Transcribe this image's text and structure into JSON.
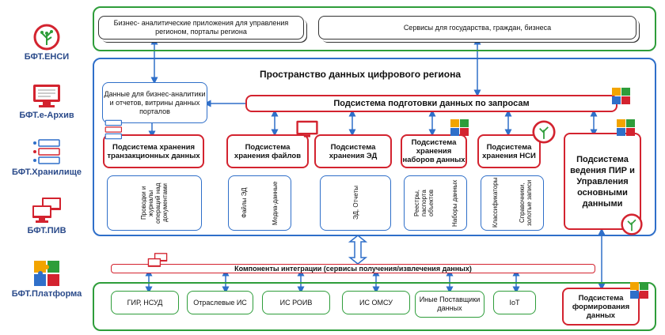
{
  "legend": [
    {
      "label": "БФТ.ЕНСИ",
      "icon": "tree-logo-icon"
    },
    {
      "label": "БФТ.е-Архив",
      "icon": "archive-monitor-icon"
    },
    {
      "label": "БФТ.Хранилище",
      "icon": "server-storage-icon"
    },
    {
      "label": "БФТ.ПИВ",
      "icon": "monitor-stack-icon"
    },
    {
      "label": "БФТ.Платформа",
      "icon": "puzzle-icon"
    }
  ],
  "top": {
    "bi_apps": "Бизнес- аналитические приложения для управления регионом, порталы региона",
    "services": "Сервисы для государства, граждан, бизнеса"
  },
  "space_title": "Пространство данных цифрового региона",
  "bi_data": "Данные для бизнес-аналитики и отчетов, витрины данных порталов",
  "prep": "Подсистема подготовки данных по запросам",
  "subsystems": {
    "trans": "Подсистема хранения транзакционных данных",
    "files": "Подсистема хранения файлов",
    "ed": "Подсистема хранения ЭД",
    "sets": "Подсистема хранения наборов данных",
    "nsi": "Подсистема хранения НСИ",
    "pir": "Подсистема ведения ПИР и Управления основными данными"
  },
  "contents": {
    "trans": [
      "Проводки и журналы операций над документами"
    ],
    "files": [
      "Файлы ЭД",
      "Медиа-данные"
    ],
    "ed": [
      "ЭД, Отчеты"
    ],
    "sets": [
      "Реестры, паспорта объектов",
      "Наборы данных"
    ],
    "nsi": [
      "Классификаторы",
      "Справочники, золотые записи"
    ]
  },
  "integration": "Компоненты интеграции (сервисы получения/извлечения данных)",
  "sources": [
    "ГИР, НСУД",
    "Отраслевые ИС",
    "ИС РОИВ",
    "ИС ОМСУ",
    "Иные Поставщики данных",
    "IoT"
  ],
  "form_subsystem": "Подсистема формирования данных",
  "colors": {
    "green": "#2e9d3a",
    "blue": "#2f6fc9",
    "red": "#d3232f"
  }
}
